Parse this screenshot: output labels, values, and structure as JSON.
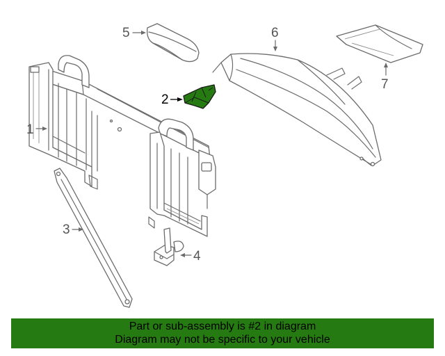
{
  "callouts": {
    "1": "1",
    "2": "2",
    "3": "3",
    "4": "4",
    "5": "5",
    "6": "6",
    "7": "7"
  },
  "highlight_color": "#267a12",
  "footer": {
    "line1": "Part or sub-assembly is #2 in diagram",
    "line2": "Diagram may not be specific to your vehicle"
  }
}
